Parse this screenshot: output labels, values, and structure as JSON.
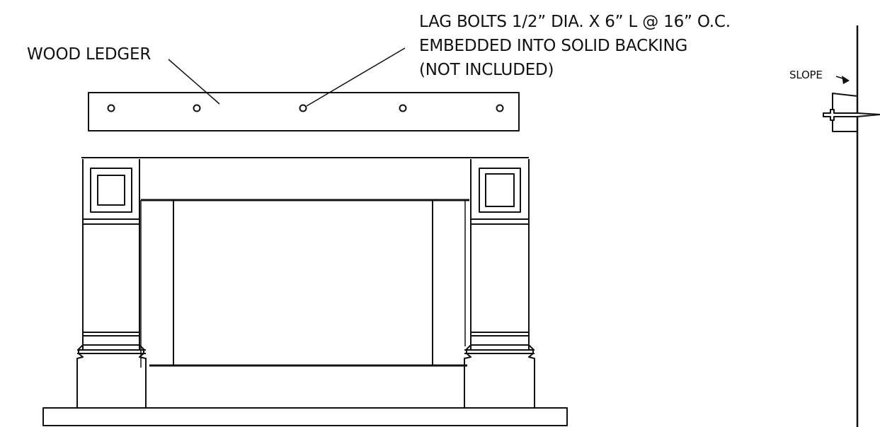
{
  "labels": {
    "wood_ledger": "WOOD LEDGER",
    "lag_bolts": [
      "LAG BOLTS 1/2” DIA. X 6” L @ 16” O.C.",
      "EMBEDDED INTO SOLID BACKING",
      "(NOT INCLUDED)"
    ],
    "slope": "SLOPE"
  },
  "colors": {
    "line": "#111111",
    "background": "#ffffff"
  },
  "ledger": {
    "bolt_hole_count": 5
  }
}
